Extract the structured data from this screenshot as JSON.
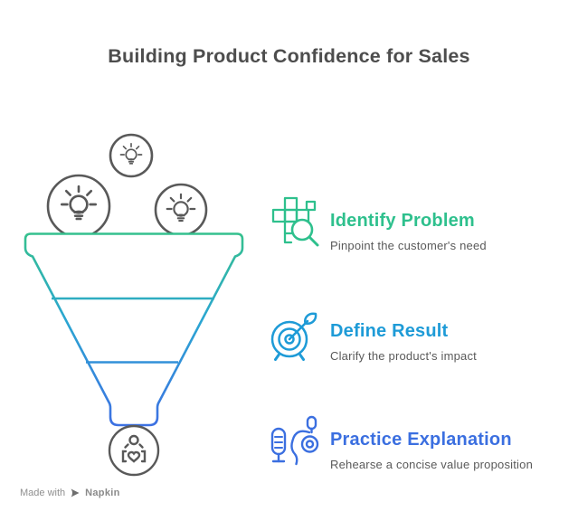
{
  "title": "Building Product Confidence for Sales",
  "steps": [
    {
      "title": "Identify Problem",
      "subtitle": "Pinpoint the customer's need",
      "color": "#2ec08d",
      "icon": "grid-magnifier-icon"
    },
    {
      "title": "Define Result",
      "subtitle": "Clarify the product's impact",
      "color": "#1e9bd7",
      "icon": "target-dart-icon"
    },
    {
      "title": "Practice Explanation",
      "subtitle": "Rehearse a concise value proposition",
      "color": "#3b6fe0",
      "icon": "microphone-person-icon"
    }
  ],
  "funnel": {
    "gradient_top": "#35c18c",
    "gradient_mid": "#2ba6d2",
    "gradient_bottom": "#3d6fe3",
    "outline_gray": "#595959",
    "top_icons": "lightbulb-icon",
    "bottom_icon": "person-icon"
  },
  "watermark": {
    "prefix": "Made with",
    "brand": "Napkin"
  }
}
